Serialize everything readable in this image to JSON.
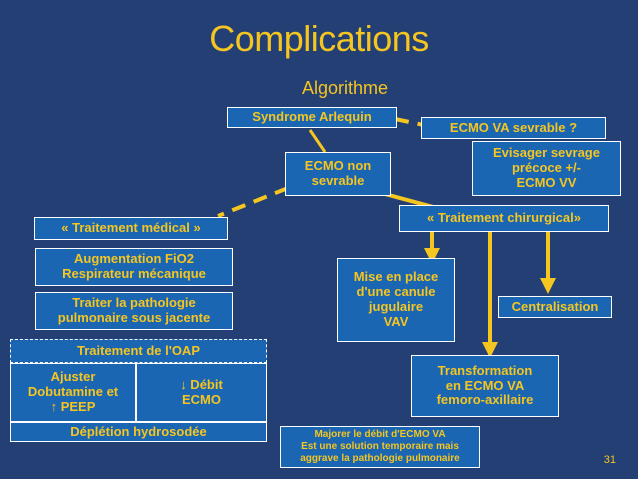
{
  "slide": {
    "title": "Complications",
    "subtitle": "Algorithme",
    "page_number": "31",
    "colors": {
      "background": "#243f74",
      "box": "#1b66b3",
      "text": "#f5c520",
      "border": "#ffffff",
      "connector": "#f5c520"
    }
  },
  "nodes": {
    "arlequin": "Syndrome Arlequin",
    "ecmo_va_sevrable": "ECMO VA sevrable ?",
    "ecmo_non_sevrable": "ECMO non\nsevrable",
    "sevrage": "Evisager sevrage\nprécoce +/-\nECMO VV",
    "traitement_medical": "« Traitement médical »",
    "traitement_chirurgical": "« Traitement chirurgical»",
    "fio2": "Augmentation FiO2\nRespirateur mécanique",
    "pathologie": "Traiter la pathologie\npulmonaire sous jacente",
    "oap": "Traitement de l'OAP",
    "dobutamine": "Ajuster\nDobutamine et\n↑ PEEP",
    "debit": "↓ Débit\nECMO",
    "depletion": "Déplétion hydrosodée",
    "canule": "Mise en place\nd'une canule\njugulaire\nVAV",
    "centralisation": "Centralisation",
    "transformation": "Transformation\nen ECMO VA\nfemoro-axillaire",
    "majorer": "Majorer le débit d'ECMO VA\nEst une solution temporaire mais\naggrave la pathologie pulmonaire"
  }
}
